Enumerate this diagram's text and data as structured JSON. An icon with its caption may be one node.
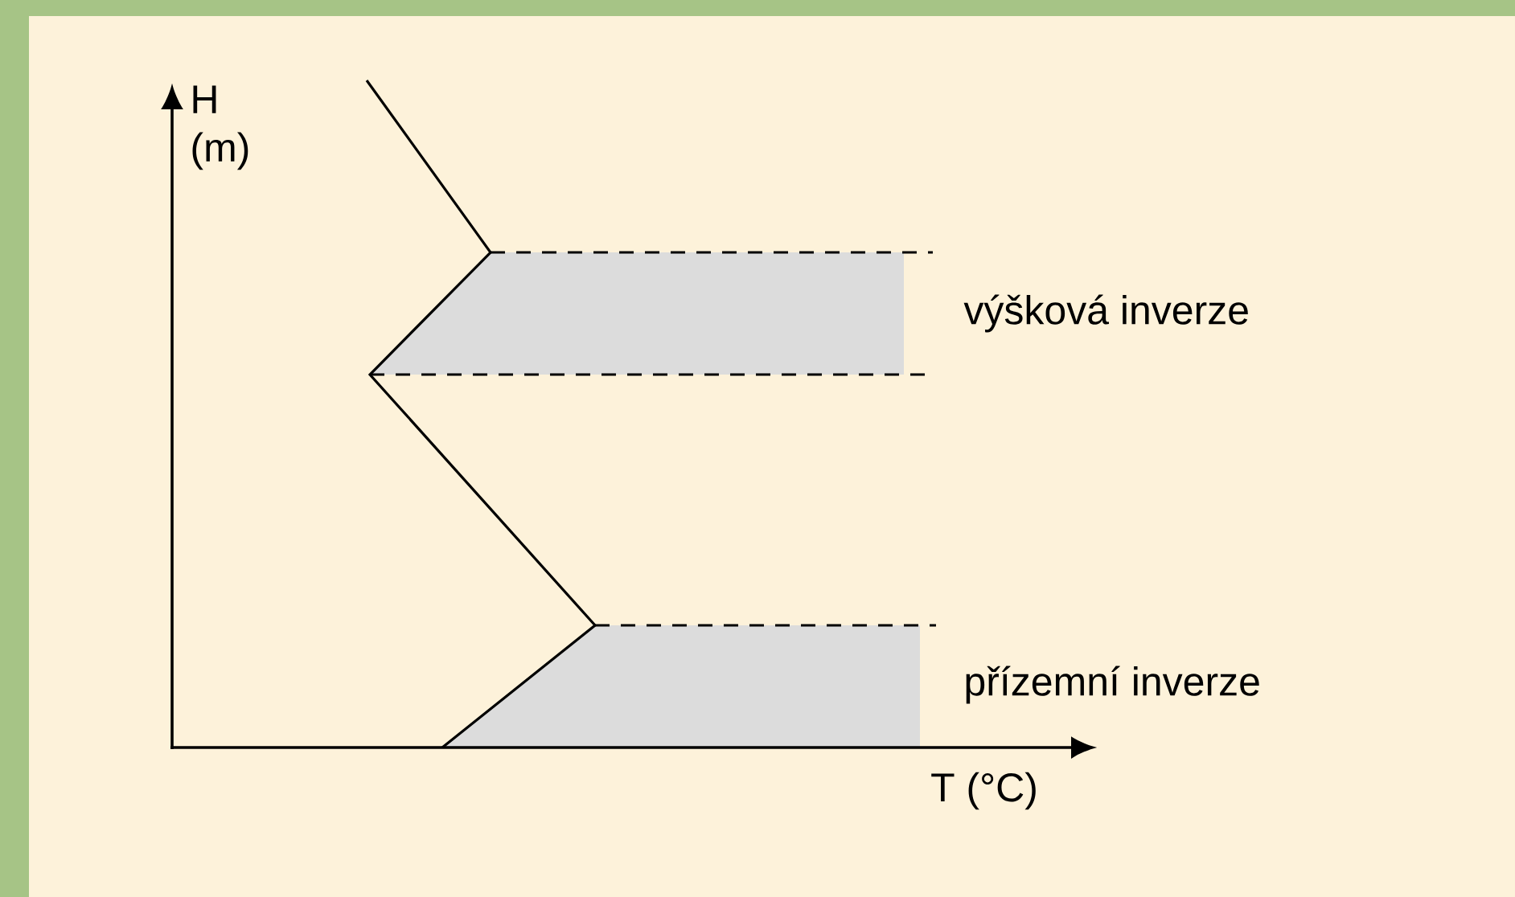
{
  "diagram": {
    "labels": [
      "H (m)",
      "výšková inverze",
      "přízemní inverze",
      "T (°C)"
    ]
  }
}
